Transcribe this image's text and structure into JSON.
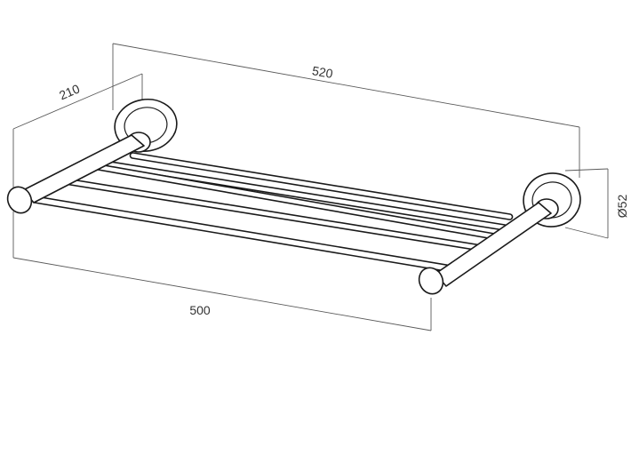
{
  "drawing": {
    "dimensions": {
      "overall_width": "520",
      "rail_length": "500",
      "depth": "210",
      "flange_diameter": "Ø52"
    },
    "colors": {
      "line": "#1a1a1a",
      "dimension": "#5a5a5a",
      "background": "#ffffff"
    }
  }
}
